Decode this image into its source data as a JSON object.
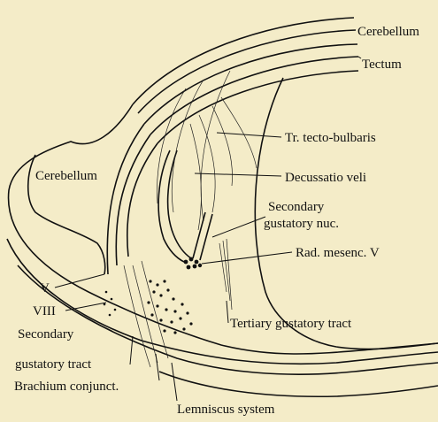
{
  "figure": {
    "background": "#f4ecc8",
    "ink": "#111111",
    "labels": {
      "cerebellum_top": "Cerebellum",
      "tectum": "Tectum",
      "tr_tecto_bulbaris": "Tr. tecto-bulbaris",
      "cerebellum_left": "Cerebellum",
      "decussatio_veli": "Decussatio veli",
      "secondary_gustatory_nuc_1": "Secondary",
      "secondary_gustatory_nuc_2": "gustatory nuc.",
      "rad_mesenc_v": "Rad. mesenc. V",
      "v": "V",
      "viii": "VIII",
      "tertiary_gustatory_tract": "Tertiary gustatory tract",
      "secondary_gustatory_tract_1": "Secondary",
      "secondary_gustatory_tract_2": "gustatory tract",
      "brachium_conjunct": "Brachium conjunct.",
      "lemniscus_system": "Lemniscus system"
    }
  }
}
